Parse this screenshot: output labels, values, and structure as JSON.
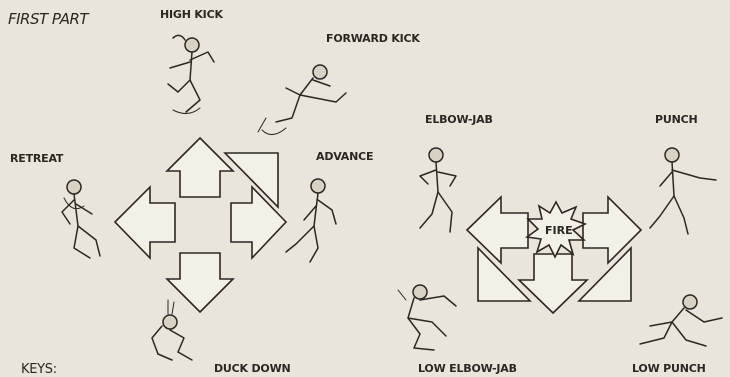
{
  "page": {
    "heading": "FIRST PART",
    "keys_label": "KEYS:"
  },
  "moves": {
    "high_kick": "HIGH KICK",
    "forward_kick": "FORWARD KICK",
    "retreat": "RETREAT",
    "advance": "ADVANCE",
    "duck_down": "DUCK DOWN",
    "elbow_jab": "ELBOW-JAB",
    "punch": "PUNCH",
    "low_elbow_jab": "LOW ELBOW-JAB",
    "low_punch": "LOW PUNCH"
  },
  "fire_button": "FIRE",
  "colors": {
    "paper": "#e9e5da",
    "ink": "#2b2723",
    "arrow_fill": "#f3f0e8"
  },
  "icons": {
    "joystick_left": "cross-arrows-icon",
    "joystick_right": "fire-arrows-icon"
  }
}
